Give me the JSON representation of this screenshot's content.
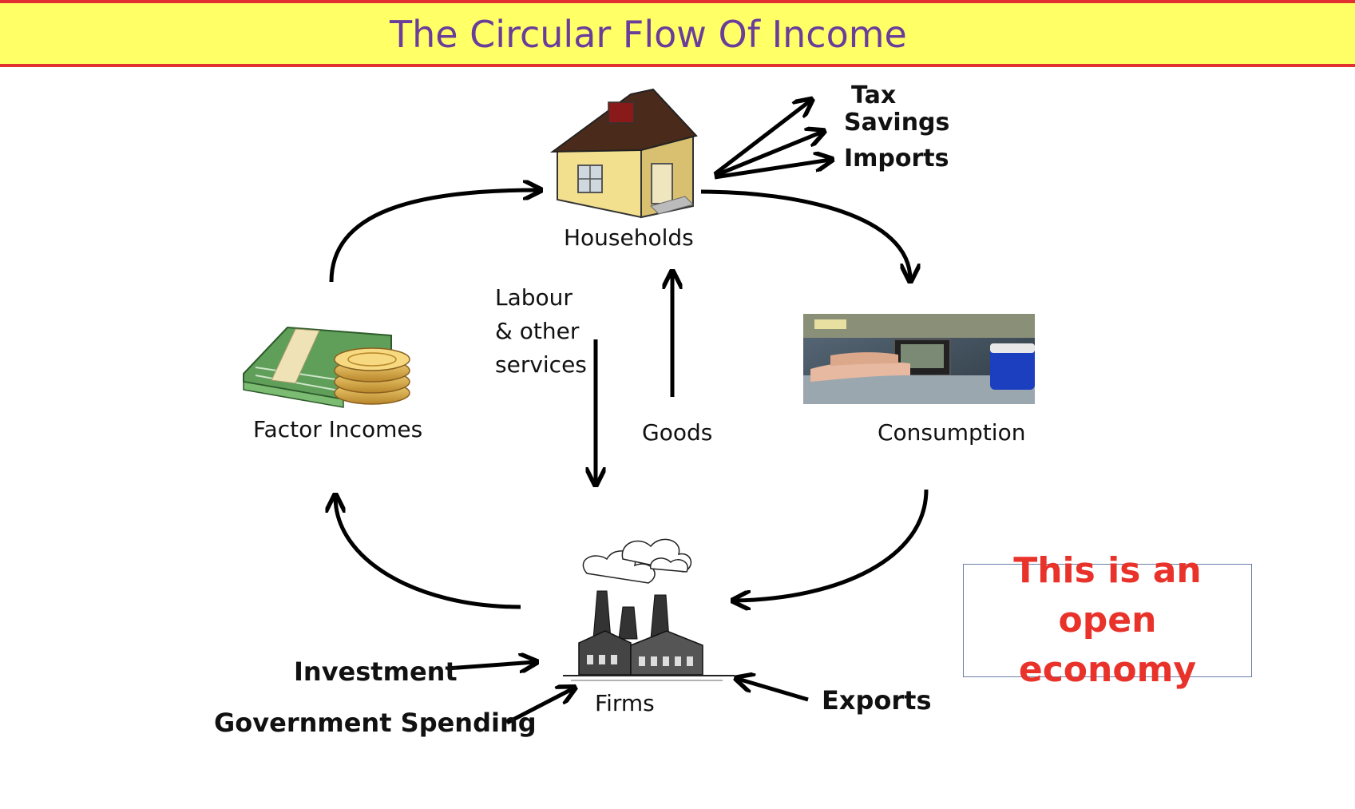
{
  "title": "The Circular Flow Of Income",
  "nodes": {
    "households": "Households",
    "factor_incomes": "Factor Incomes",
    "consumption": "Consumption",
    "firms": "Firms"
  },
  "flows": {
    "labour": [
      "Labour",
      "& other",
      "services"
    ],
    "goods": "Goods"
  },
  "withdrawals": [
    "Tax",
    "Savings",
    "Imports"
  ],
  "injections": {
    "investment": "Investment",
    "government_spending": "Government Spending",
    "exports": "Exports"
  },
  "callout": "This is an open economy",
  "colors": {
    "banner_bg": "#ffff66",
    "banner_border": "#e03030",
    "title": "#6a3d9a",
    "callout_text": "#e8322a",
    "callout_border": "#6b7fa8"
  },
  "icons": {
    "households": "house-icon",
    "factor_incomes": "money-stack-icon",
    "consumption": "checkout-photo",
    "firms": "factory-icon"
  }
}
